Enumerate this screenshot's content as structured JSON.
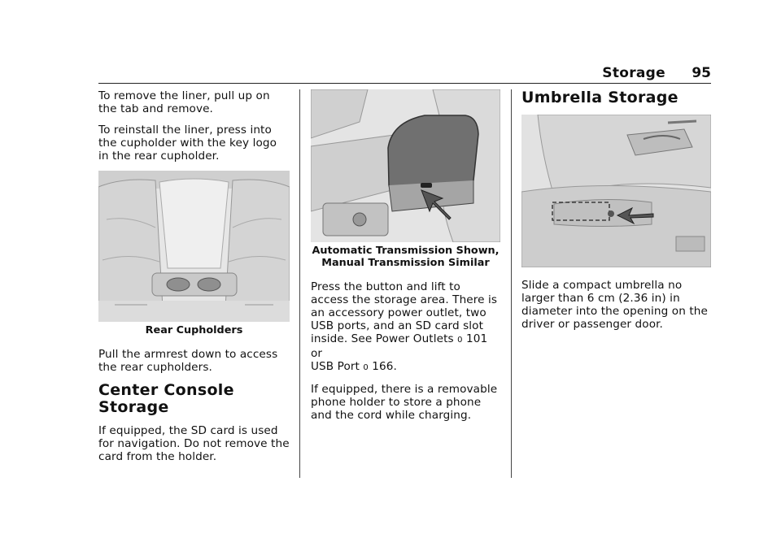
{
  "header": {
    "section": "Storage",
    "page_number": "95"
  },
  "col1": {
    "p1": "To remove the liner, pull up on the tab and remove.",
    "p2": "To reinstall the liner, press into the cupholder with the key logo in the rear cupholder.",
    "fig_caption": "Rear Cupholders",
    "p3": "Pull the armrest down to access the rear cupholders.",
    "heading": "Center Console Storage",
    "p4": "If equipped, the SD card is used for navigation. Do not remove the card from the holder."
  },
  "col2": {
    "fig_caption": "Automatic Transmission Shown, Manual Transmission Similar",
    "p1_text": "Press the button and lift to access the storage area. There is an accessory power outlet, two USB ports, and an SD card slot inside. See Power Outlets",
    "ref1_symbol": "0",
    "ref1_page": "101",
    "p1_or": "or",
    "p1_usb": "USB Port",
    "ref2_symbol": "0",
    "ref2_page": "166.",
    "p2": "If equipped, there is a removable phone holder to store a phone and the cord while charging."
  },
  "col3": {
    "heading": "Umbrella Storage",
    "p1": "Slide a compact umbrella no larger than 6 cm (2.36 in) in diameter into the opening on the driver or passenger door."
  }
}
